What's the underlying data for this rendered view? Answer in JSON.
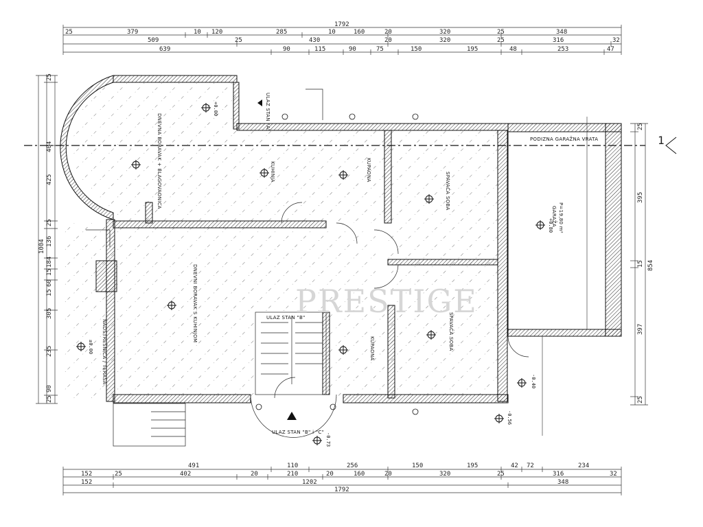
{
  "dimensions": {
    "top_row1": [
      "1792"
    ],
    "top_row2": [
      "379",
      "10",
      "120",
      "285",
      "10",
      "160",
      "20",
      "320",
      "25",
      "348"
    ],
    "top_row3": [
      "25",
      "509",
      "25",
      "430",
      "20",
      "320",
      "25",
      "316",
      "32"
    ],
    "top_row4": [
      "639",
      "90",
      "115",
      "90",
      "75",
      "150",
      "195",
      "48",
      "253",
      "47"
    ],
    "bottom_row1": [
      "491",
      "110",
      "256",
      "150",
      "195",
      "42",
      "72",
      "234"
    ],
    "bottom_row2": [
      "152",
      "25",
      "402",
      "20",
      "210",
      "20",
      "160",
      "20",
      "320",
      "25",
      "316",
      "32"
    ],
    "bottom_row3": [
      "152",
      "1202",
      "348"
    ],
    "bottom_row4": [
      "1792"
    ],
    "left": [
      "25",
      "404",
      "425",
      "25",
      "136",
      "184",
      "15",
      "60",
      "15",
      "305",
      "235",
      "90",
      "25",
      "1004"
    ],
    "right": [
      "25",
      "395",
      "15",
      "854",
      "397",
      "25"
    ]
  },
  "rooms": {
    "dnevna_top": "DNEVNA BORAVAK + BLAGOVAONICA",
    "kuhinja_top": "KUHINJA",
    "kupaona_top": "KUPAONA",
    "spavaca_top": "SPAVAĆA SOBA",
    "garaza": "GARAŽA",
    "garaza_area": "P=19,80 m²",
    "dnevna_bottom": "DNEVNI BORAVAK S KUHINJOM",
    "kupaona_bottom": "KUPAONA",
    "spavaca_bottom": "SPAVAĆA SOBA",
    "nadstresnica": "NADSTREŠNICA / TERASA",
    "podizna": "PODIZNA GARAŽNA VRATA",
    "ulaz_a": "ULAZ STAN \"A\"",
    "ulaz_b": "ULAZ STAN \"B\"",
    "ulaz_bc": "ULAZ STAN \"B\" i \"C\""
  },
  "levels": {
    "l1": "±0.00",
    "l2": "+0.80",
    "l3": "-0.40",
    "l4": "-0.56",
    "l5": "-0.73",
    "l6": "+0.00"
  },
  "section_marker": "1",
  "watermark": "PRESTIGE"
}
